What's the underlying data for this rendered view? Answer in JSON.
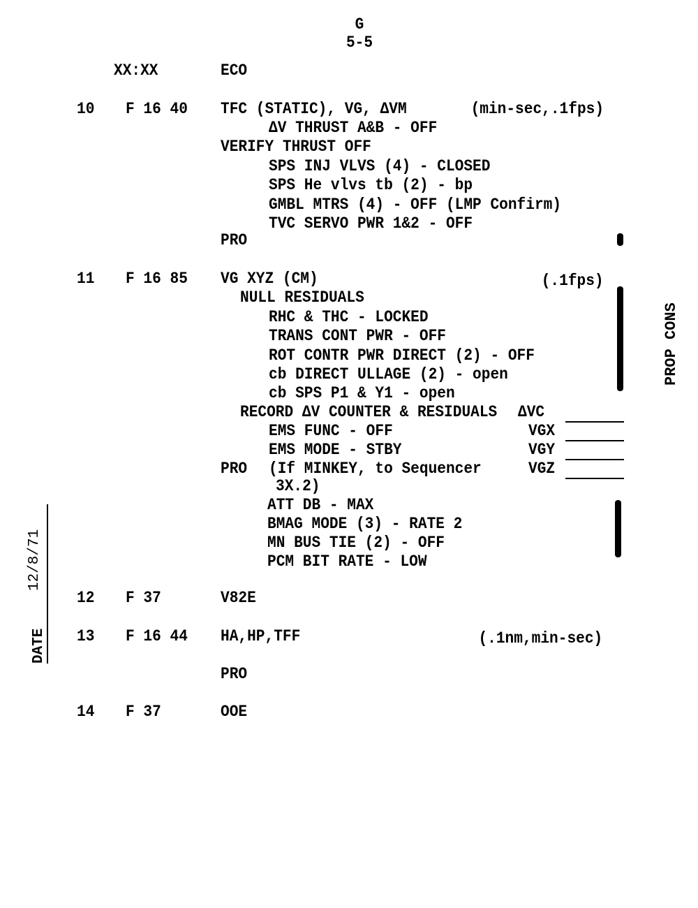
{
  "header": {
    "section": "G",
    "page": "5-5"
  },
  "columns": {
    "time": "XX:XX",
    "event": "ECO"
  },
  "side_label": "PROP CONS",
  "date": {
    "label": "DATE",
    "value": "12/8/71"
  },
  "steps": {
    "s10": {
      "num": "10",
      "verb": "F 16 40",
      "lines": [
        "TFC (STATIC), VG, ΔVM",
        "ΔV THRUST A&B - OFF",
        "VERIFY THRUST OFF",
        "SPS INJ VLVS (4) - CLOSED",
        "SPS He vlvs tb (2) - bp",
        "GMBL MTRS (4) - OFF (LMP Confirm)",
        "TVC SERVO PWR 1&2 - OFF",
        "PRO"
      ],
      "units": "(min-sec,.1fps)"
    },
    "s11": {
      "num": "11",
      "verb": "F 16 85",
      "lines": [
        "VG XYZ (CM)",
        "NULL RESIDUALS",
        "RHC & THC - LOCKED",
        "TRANS CONT PWR - OFF",
        "ROT CONTR PWR DIRECT (2) - OFF",
        "cb DIRECT ULLAGE (2) - open",
        "cb SPS P1 & Y1 - open",
        "RECORD ΔV COUNTER & RESIDUALS",
        "EMS FUNC - OFF",
        "EMS MODE - STBY",
        "PRO",
        "(If MINKEY, to Sequencer",
        "3X.2)",
        "ATT DB - MAX",
        "BMAG MODE (3) - RATE 2",
        "MN BUS TIE (2) - OFF",
        "PCM BIT RATE - LOW"
      ],
      "units": "(.1fps)",
      "record_fields": [
        "ΔVC",
        "VGX",
        "VGY",
        "VGZ"
      ]
    },
    "s12": {
      "num": "12",
      "verb": "F 37",
      "lines": [
        "V82E"
      ]
    },
    "s13": {
      "num": "13",
      "verb": "F 16 44",
      "lines": [
        "HA,HP,TFF",
        "PRO"
      ],
      "units": "(.1nm,min-sec)"
    },
    "s14": {
      "num": "14",
      "verb": "F 37",
      "lines": [
        "OOE"
      ]
    }
  }
}
